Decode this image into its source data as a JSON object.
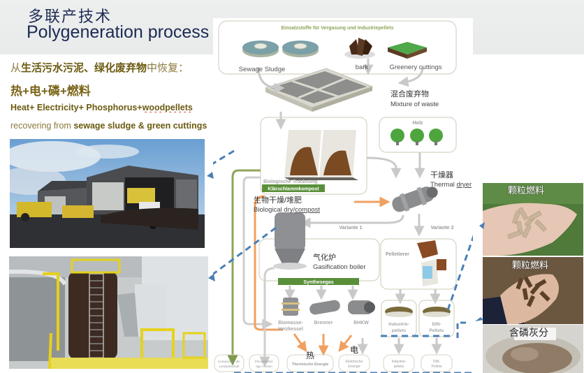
{
  "header": {
    "title_cn": "多联产技术",
    "title_en": "Polygeneration process"
  },
  "intro": {
    "line1_pre": "从",
    "line1_bold": "生活污水污泥、绿化废弃物",
    "line1_post": "中恢复：",
    "line2": "热+电+磷+燃料",
    "line3_pre": "Heat+ Electricity+ Phosphorus+",
    "line3_squiggle": "woodpellets",
    "line4_pre": "recovering from ",
    "line4_bold": "sewage sludge & green cuttings"
  },
  "photos": {
    "composting_hall": "composting-hall-photo",
    "gasifier_plant": "gasifier-plant-photo",
    "wood_pellets_label": "颗粒燃料",
    "sludge_pellets_label": "颗粒燃料",
    "phosphorus_ash_label": "含磷灰分"
  },
  "diagram": {
    "input_box_title": "Einsatzstoffe für Vergasung und Industriepellets",
    "sewage_sludge": "Sewage Sludge",
    "bark": "bark",
    "greenery": "Greenery cuttings",
    "mixture_cn": "混合废弃物",
    "mixture_en": "Mixture of waste",
    "holz": "Holz",
    "bio_drying_de": "Biologische Trocknung",
    "compost_de": "Klärschlammkompost",
    "bio_dry_cn": "生物干燥/堆肥",
    "bio_dry_en_pre": "Biological dry/",
    "bio_dry_en_squig": "compost",
    "dryer_cn": "干燥器",
    "dryer_en_pre": "Thermal ",
    "dryer_en_squig": "dryer",
    "variante1": "Variante 1",
    "variante2": "Variante 2",
    "gasif_cn": "气化炉",
    "gasif_en": "Gasification boiler",
    "pelletierer": "Pelletierer",
    "synthesegas": "Synthesegas",
    "biomasse": "Biomasse-",
    "heizkessel": "Heizkessel",
    "brenner": "Brenner",
    "bhkw": "BHKW",
    "industrie1": "Industrie-",
    "pellets1": "pellets",
    "din1": "DIN-",
    "din_pellets1": "Pellets",
    "heat_cn": "热",
    "elec_cn": "电",
    "out_kompost1": "Kompost für die",
    "out_kompost2": "Landwirtschaft",
    "out_phos1": "Phosphathal-",
    "out_phos2": "tige Aschen",
    "out_thermal": "Thermische Energie",
    "out_elec1": "Elektrische",
    "out_elec2": "Energie",
    "out_ind1": "Industrie-",
    "out_ind2": "pellets",
    "out_din1": "DIN-",
    "out_din2": "Pellets"
  },
  "colors": {
    "title": "#1f2d55",
    "olive_text": "#6b5a10",
    "diagram_green": "#5a8f3a",
    "flow_gray": "#c9c9c9",
    "flow_orange": "#f0a060",
    "dashed_blue": "#4a7fb5"
  }
}
